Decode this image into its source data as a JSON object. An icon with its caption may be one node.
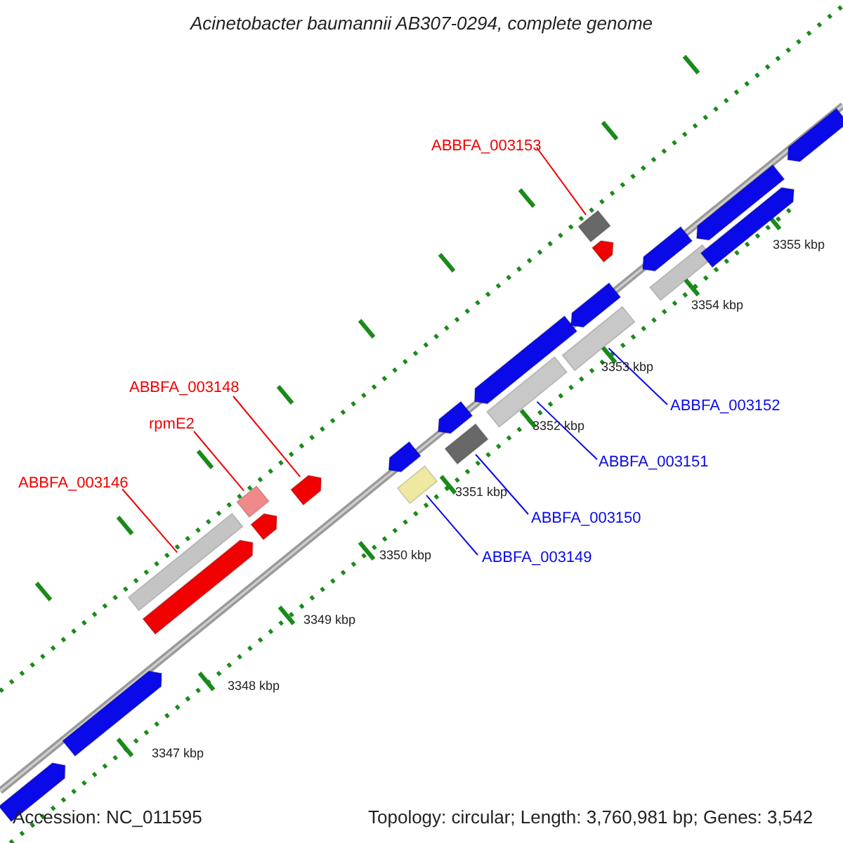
{
  "diagram": {
    "title": "Acinetobacter baumannii AB307-0294, complete genome",
    "nodes": [
      {
        "text": [
          "ABBFA_003153"
        ]
      },
      {
        "text": [
          "ABBFA_003148"
        ]
      },
      {
        "text": [
          "rpmE2"
        ]
      },
      {
        "text": [
          "ABBFA_003146"
        ]
      },
      {
        "text": [
          "ABBFA_003149"
        ]
      },
      {
        "text": [
          "ABBFA_003150"
        ]
      },
      {
        "text": [
          "ABBFA_003151"
        ]
      },
      {
        "text": [
          "ABBFA_003152"
        ]
      },
      {
        "text": [],
        "shape": "bar"
      },
      {
        "text": [],
        "shape": "bar"
      },
      {
        "text": [],
        "shape": "bar"
      },
      {
        "text": [],
        "shape": "bar"
      },
      {
        "text": [],
        "shape": "bar"
      },
      {
        "text": [],
        "shape": "bar"
      },
      {
        "text": [],
        "shape": "bar"
      },
      {
        "text": [],
        "shape": "bar"
      },
      {
        "text": [],
        "shape": "bar"
      },
      {
        "text": [],
        "shape": "bar"
      },
      {
        "text": [],
        "shape": "bar"
      },
      {
        "text": [],
        "shape": "bar"
      },
      {
        "text": [],
        "shape": "bar"
      },
      {
        "text": [],
        "shape": "bar"
      },
      {
        "text": [],
        "shape": "bar"
      },
      {
        "text": [],
        "shape": "bar"
      },
      {
        "text": [],
        "shape": "bar"
      },
      {
        "text": [],
        "shape": "bar"
      },
      {
        "text": [],
        "shape": "bar"
      },
      {
        "text": [],
        "shape": "bar"
      },
      {
        "text": [],
        "shape": "bar"
      },
      {
        "text": [],
        "shape": "bar"
      }
    ],
    "edges": [
      {
        "from": 0,
        "to": 22,
        "arrow": "none"
      },
      {
        "from": 1,
        "to": 14,
        "arrow": "none"
      },
      {
        "from": 2,
        "to": 12,
        "arrow": "none"
      },
      {
        "from": 3,
        "to": 10,
        "arrow": "none"
      },
      {
        "from": 4,
        "to": 16,
        "arrow": "none",
        "color": "#0a0ae8"
      },
      {
        "from": 5,
        "to": 18,
        "arrow": "none",
        "color": "#0a0ae8"
      },
      {
        "from": 6,
        "to": 20,
        "arrow": "none",
        "color": "#0a0ae8"
      },
      {
        "from": 7,
        "to": 23,
        "arrow": "none",
        "color": "#0a0ae8"
      }
    ],
    "labels": [
      "3355 kbp",
      "3354 kbp",
      "3353 kbp",
      "3352 kbp",
      "3351 kbp",
      "3350 kbp",
      "3349 kbp",
      "3348 kbp",
      "3347 kbp",
      "Accession: NC_011595",
      "Topology: circular; Length: 3,760,981 bp; Genes: 3,542"
    ]
  }
}
